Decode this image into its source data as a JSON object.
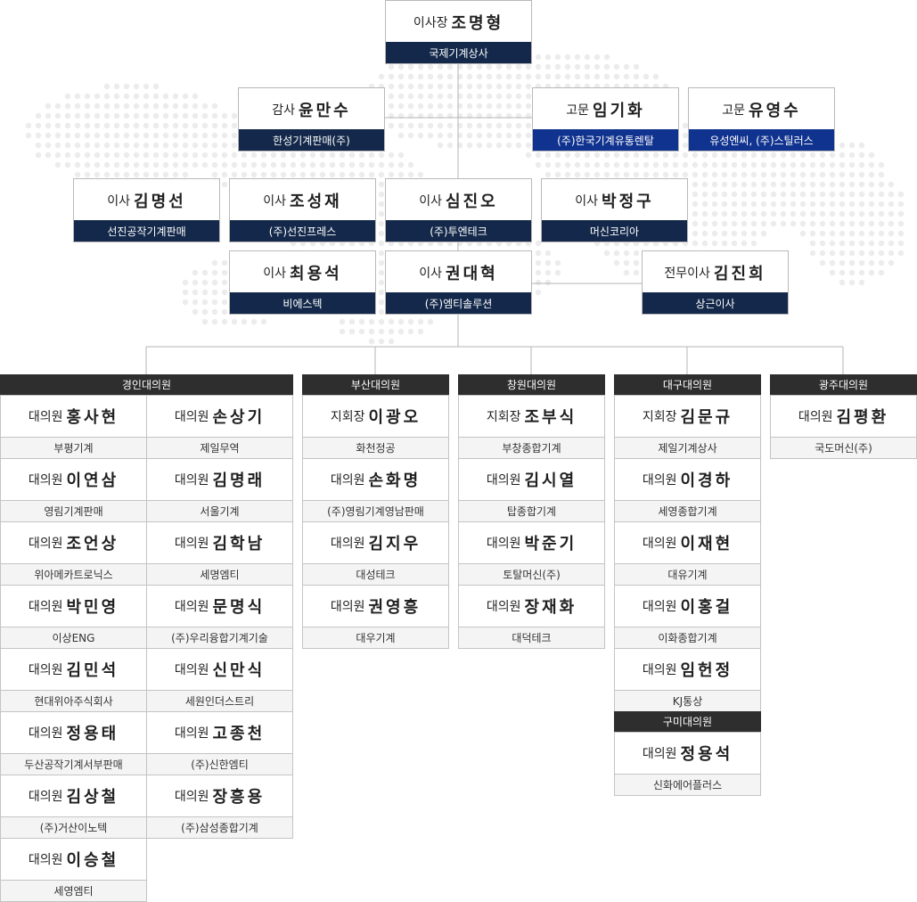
{
  "leaders": {
    "chairman": {
      "title": "이사장",
      "name": "조명형",
      "company": "국제기계상사",
      "style": "navy"
    },
    "auditor": {
      "title": "감사",
      "name": "윤만수",
      "company": "한성기계판매(주)",
      "style": "navy"
    },
    "advisors": [
      {
        "title": "고문",
        "name": "임기화",
        "company": "(주)한국기계유통렌탈",
        "style": "blue"
      },
      {
        "title": "고문",
        "name": "유영수",
        "company": "유성엔씨, (주)스틸러스",
        "style": "blue"
      }
    ],
    "directors_row1": [
      {
        "title": "이사",
        "name": "김명선",
        "company": "선진공작기계판매",
        "style": "navy"
      },
      {
        "title": "이사",
        "name": "조성재",
        "company": "(주)선진프레스",
        "style": "navy"
      },
      {
        "title": "이사",
        "name": "심진오",
        "company": "(주)투엔테크",
        "style": "navy"
      },
      {
        "title": "이사",
        "name": "박정구",
        "company": "머신코리아",
        "style": "navy"
      }
    ],
    "directors_row2": [
      {
        "title": "이사",
        "name": "최용석",
        "company": "비에스텍",
        "style": "navy"
      },
      {
        "title": "이사",
        "name": "권대혁",
        "company": "(주)엠티솔루션",
        "style": "navy"
      }
    ],
    "managing_director": {
      "title": "전무이사",
      "name": "김진희",
      "company": "상근이사",
      "style": "navy"
    }
  },
  "regions": [
    {
      "name": "경인대의원",
      "columns": [
        [
          {
            "title": "대의원",
            "name": "홍사현",
            "company": "부평기계"
          },
          {
            "title": "대의원",
            "name": "이연삼",
            "company": "영림기계판매"
          },
          {
            "title": "대의원",
            "name": "조언상",
            "company": "위아메카트로닉스"
          },
          {
            "title": "대의원",
            "name": "박민영",
            "company": "이상ENG"
          },
          {
            "title": "대의원",
            "name": "김민석",
            "company": "현대위아주식회사"
          },
          {
            "title": "대의원",
            "name": "정용태",
            "company": "두산공작기계서부판매"
          },
          {
            "title": "대의원",
            "name": "김상철",
            "company": "(주)거산이노텍"
          },
          {
            "title": "대의원",
            "name": "이승철",
            "company": "세영엠티"
          }
        ],
        [
          {
            "title": "대의원",
            "name": "손상기",
            "company": "제일무역"
          },
          {
            "title": "대의원",
            "name": "김명래",
            "company": "서울기계"
          },
          {
            "title": "대의원",
            "name": "김학남",
            "company": "세명엠티"
          },
          {
            "title": "대의원",
            "name": "문명식",
            "company": "(주)우리융합기계기술"
          },
          {
            "title": "대의원",
            "name": "신만식",
            "company": "세원인더스트리"
          },
          {
            "title": "대의원",
            "name": "고종천",
            "company": "(주)신한엠티"
          },
          {
            "title": "대의원",
            "name": "장흥용",
            "company": "(주)삼성종합기계"
          }
        ]
      ]
    },
    {
      "name": "부산대의원",
      "columns": [
        [
          {
            "title": "지회장",
            "name": "이광오",
            "company": "화천정공"
          },
          {
            "title": "대의원",
            "name": "손화명",
            "company": "(주)영림기계영남판매"
          },
          {
            "title": "대의원",
            "name": "김지우",
            "company": "대성테크"
          },
          {
            "title": "대의원",
            "name": "권영흥",
            "company": "대우기계"
          }
        ]
      ]
    },
    {
      "name": "창원대의원",
      "columns": [
        [
          {
            "title": "지회장",
            "name": "조부식",
            "company": "부창종합기계"
          },
          {
            "title": "대의원",
            "name": "김시열",
            "company": "탑종합기계"
          },
          {
            "title": "대의원",
            "name": "박준기",
            "company": "토탈머신(주)"
          },
          {
            "title": "대의원",
            "name": "장재화",
            "company": "대덕테크"
          }
        ]
      ]
    },
    {
      "name": "대구대의원",
      "columns": [
        [
          {
            "title": "지회장",
            "name": "김문규",
            "company": "제일기계상사"
          },
          {
            "title": "대의원",
            "name": "이경하",
            "company": "세영종합기계"
          },
          {
            "title": "대의원",
            "name": "이재현",
            "company": "대유기계"
          },
          {
            "title": "대의원",
            "name": "이홍걸",
            "company": "이화종합기계"
          },
          {
            "title": "대의원",
            "name": "임헌정",
            "company": "KJ통상"
          }
        ]
      ],
      "sub_region": {
        "name": "구미대의원",
        "members": [
          {
            "title": "대의원",
            "name": "정용석",
            "company": "신화에어플러스"
          }
        ]
      }
    },
    {
      "name": "광주대의원",
      "columns": [
        [
          {
            "title": "대의원",
            "name": "김평환",
            "company": "국도머신(주)"
          }
        ]
      ]
    }
  ],
  "colors": {
    "navy": "#13284a",
    "blue": "#10338f",
    "region_header": "#2e2e2e",
    "connector": "#b5b5b5",
    "map_dots": "#ececec"
  }
}
